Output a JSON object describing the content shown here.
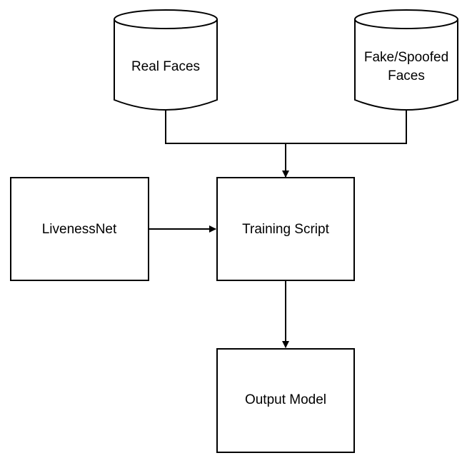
{
  "diagram": {
    "nodes": {
      "real_faces": {
        "label": "Real Faces"
      },
      "fake_faces": {
        "label_line1": "Fake/Spoofed",
        "label_line2": "Faces"
      },
      "livenessnet": {
        "label": "LivenessNet"
      },
      "training_script": {
        "label": "Training Script"
      },
      "output_model": {
        "label": "Output Model"
      }
    },
    "edges": [
      {
        "from": "Real Faces",
        "to": "Training Script"
      },
      {
        "from": "Fake/Spoofed Faces",
        "to": "Training Script"
      },
      {
        "from": "LivenessNet",
        "to": "Training Script"
      },
      {
        "from": "Training Script",
        "to": "Output Model"
      }
    ],
    "colors": {
      "stroke": "#000000",
      "fill": "#ffffff",
      "background": "#ffffff"
    }
  }
}
